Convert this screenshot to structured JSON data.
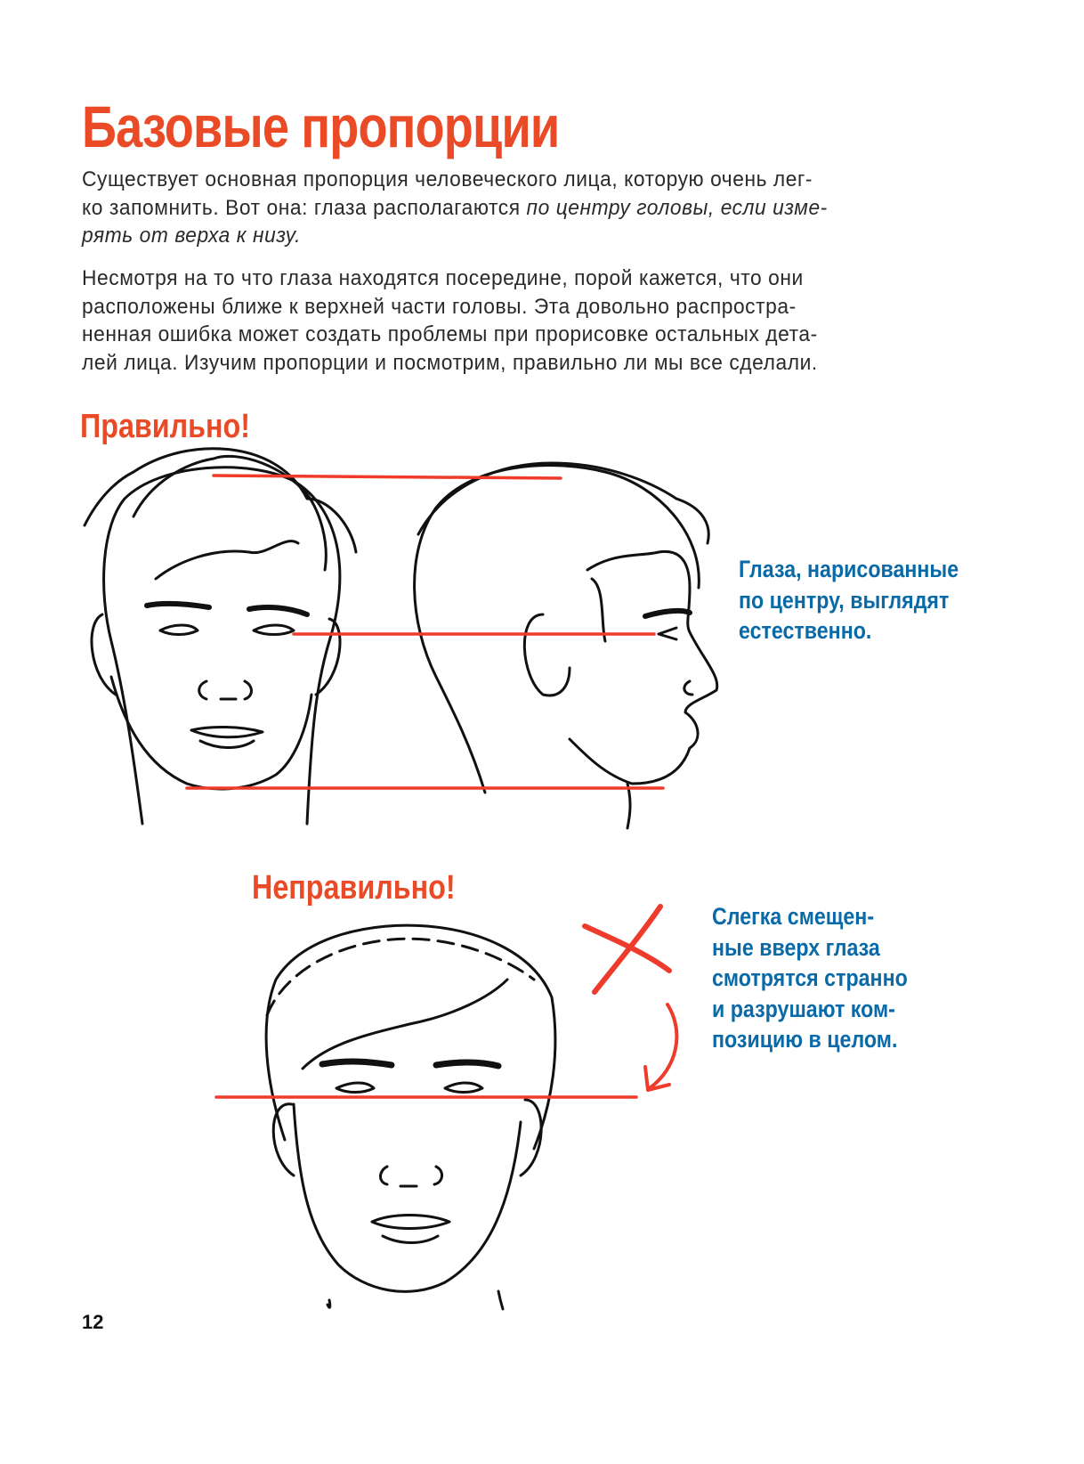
{
  "title": "Базовые пропорции",
  "paragraph1": {
    "line1": "Существует основная пропорция человеческого лица, которую очень лег-",
    "line2_normal": "ко запомнить. Вот она: глаза располагаются ",
    "line2_italic": "по центру головы, если изме-",
    "line3_italic": "рять от верха к низу."
  },
  "paragraph2": {
    "lines": [
      "Несмотря на то что глаза находятся посередине, порой кажется, что они",
      "расположены ближе к верхней части головы. Эта довольно распростра-",
      "ненная ошибка может создать проблемы при прорисовке остальных дета-",
      "лей лица. Изучим пропорции и посмотрим, правильно ли мы все сделали."
    ]
  },
  "correct": {
    "heading": "Правильно!",
    "caption_lines": [
      "Глаза, нарисованные",
      "по центру, выглядят",
      "естественно."
    ]
  },
  "wrong": {
    "heading": "Неправильно!",
    "caption_lines": [
      "Слегка смещен-",
      "ные вверх глаза",
      "смотрятся странно",
      "и разрушают ком-",
      "позицию в целом."
    ]
  },
  "page_number": "12",
  "colors": {
    "accent": "#ea4a26",
    "caption": "#0a6aa8",
    "guide_line": "#f03a2a"
  }
}
